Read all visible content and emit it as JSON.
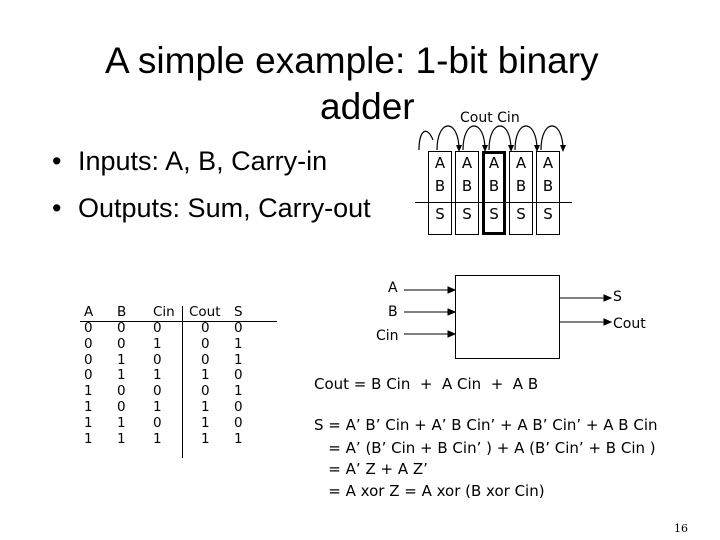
{
  "title": {
    "line1": "A simple example: 1-bit binary",
    "line2": "adder"
  },
  "bullets": [
    "Inputs: A, B, Carry-in",
    "Outputs: Sum, Carry-out"
  ],
  "chain_diagram": {
    "carry_label": "Cout Cin",
    "cells": [
      {
        "a": "A",
        "b": "B",
        "s": "S"
      },
      {
        "a": "A",
        "b": "B",
        "s": "S"
      },
      {
        "a": "A",
        "b": "B",
        "s": "S"
      },
      {
        "a": "A",
        "b": "B",
        "s": "S"
      },
      {
        "a": "A",
        "b": "B",
        "s": "S"
      }
    ]
  },
  "truth_table": {
    "headers": [
      "A",
      "B",
      "Cin",
      "Cout",
      "S"
    ],
    "columns": {
      "a": "0\n0\n0\n0\n1\n1\n1\n1",
      "b": "0\n0\n1\n1\n0\n0\n1\n1",
      "cin": "0\n1\n0\n1\n0\n1\n0\n1",
      "cout": "0\n0\n0\n1\n0\n1\n1\n1",
      "s": "0\n1\n1\n0\n1\n0\n0\n1"
    }
  },
  "block_diagram": {
    "inputs": [
      "A",
      "B",
      "Cin"
    ],
    "outputs": [
      "S",
      "Cout"
    ]
  },
  "equations": {
    "cout": "Cout = B Cin  +  A Cin  +  A B",
    "s_lines": [
      "S = A’ B’ Cin + A’ B Cin’ + A B’ Cin’ + A B Cin",
      "   = A’ (B’ Cin + B Cin’ ) + A (B’ Cin’ + B Cin )",
      "   = A’ Z + A Z’",
      "   = A xor Z = A xor (B xor Cin)"
    ]
  },
  "page_number": "16"
}
